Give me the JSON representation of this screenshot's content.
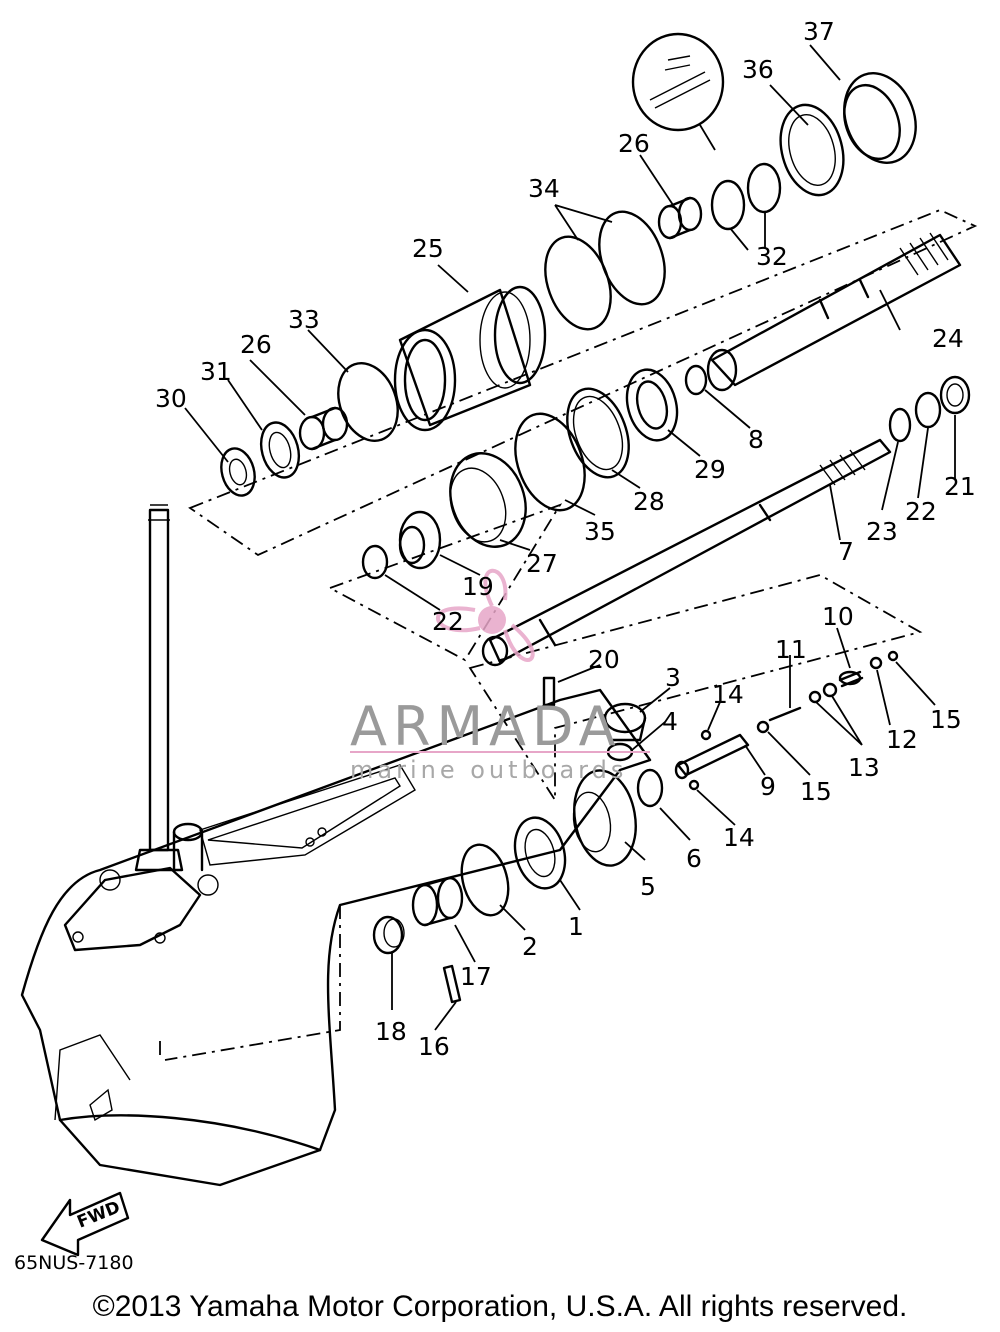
{
  "diagram_code": "65NUS-7180",
  "copyright": "©2013 Yamaha Motor Corporation, U.S.A. All rights reserved.",
  "watermark": {
    "brand": "ARMADA",
    "tagline": "marine outboards",
    "color_brand": "#9a9a9a",
    "color_accent": "#e7a6c8"
  },
  "direction_arrow": {
    "label": "FWD"
  },
  "callouts": [
    "1",
    "2",
    "3",
    "4",
    "5",
    "6",
    "7",
    "8",
    "9",
    "10",
    "11",
    "12",
    "13",
    "14",
    "14",
    "15",
    "15",
    "16",
    "17",
    "18",
    "19",
    "20",
    "21",
    "22",
    "22",
    "23",
    "24",
    "25",
    "26",
    "26",
    "27",
    "28",
    "29",
    "30",
    "31",
    "32",
    "33",
    "34",
    "35",
    "36",
    "37"
  ]
}
